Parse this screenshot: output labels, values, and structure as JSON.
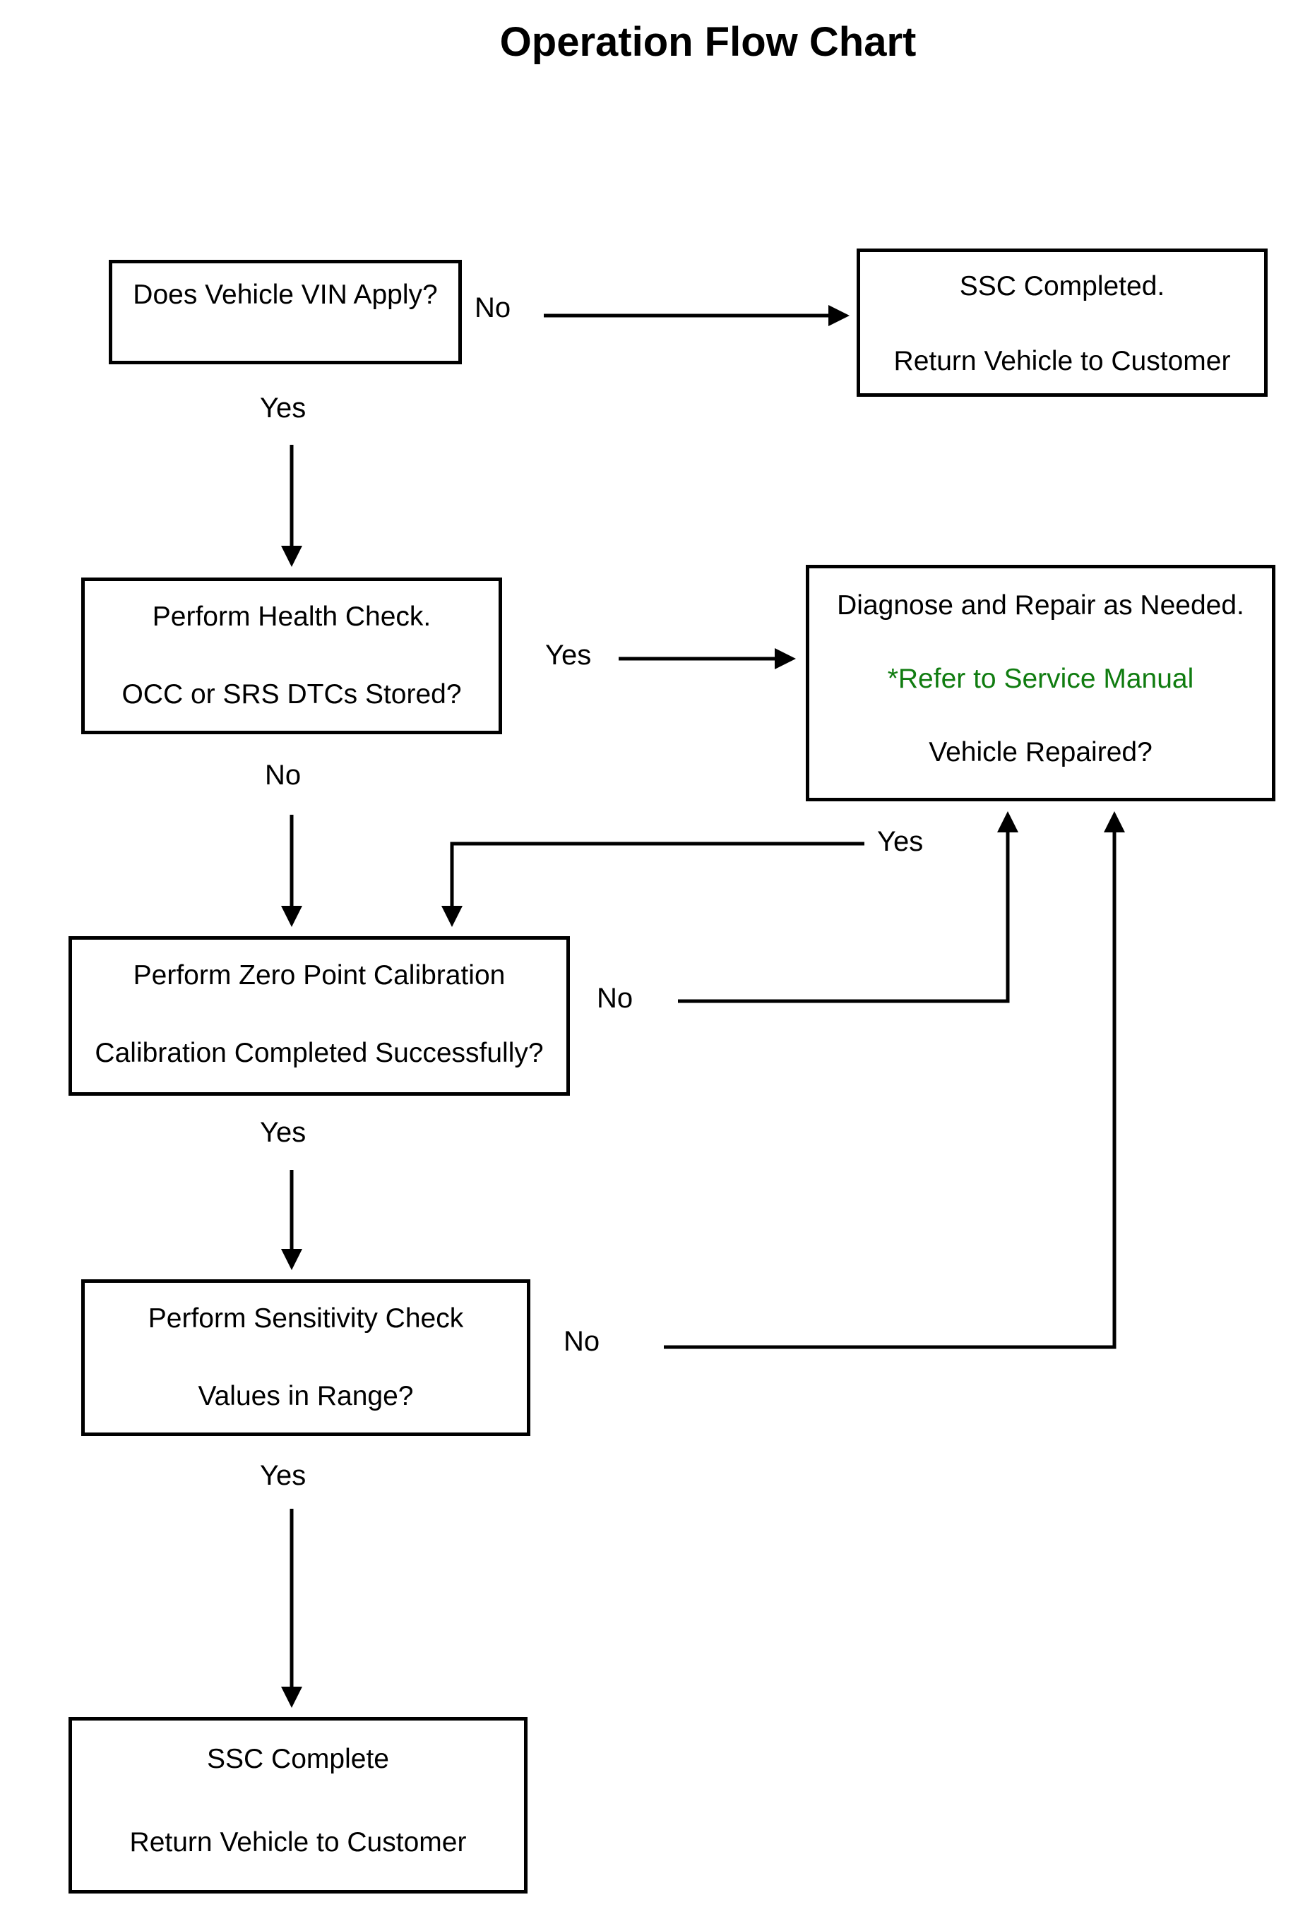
{
  "title": "Operation Flow Chart",
  "colors": {
    "line": "#000000",
    "text": "#000000",
    "accent_green": "#107C10",
    "background": "#ffffff"
  },
  "nodes": {
    "vin_check": {
      "lines": [
        "Does Vehicle VIN Apply?"
      ]
    },
    "ssc_completed": {
      "lines": [
        "SSC Completed.",
        "Return Vehicle to Customer"
      ]
    },
    "health_check": {
      "lines": [
        "Perform Health Check.",
        "OCC or SRS DTCs Stored?"
      ]
    },
    "diagnose_repair": {
      "lines": [
        "Diagnose and Repair as Needed.",
        "*Refer to Service Manual",
        "Vehicle Repaired?"
      ]
    },
    "zero_point": {
      "lines": [
        "Perform Zero Point Calibration",
        "Calibration Completed Successfully?"
      ]
    },
    "sensitivity": {
      "lines": [
        "Perform Sensitivity Check",
        "Values in Range?"
      ]
    },
    "ssc_complete": {
      "lines": [
        "SSC Complete",
        "Return Vehicle to Customer"
      ]
    }
  },
  "labels": {
    "vin_no": "No",
    "vin_yes": "Yes",
    "health_yes": "Yes",
    "health_no": "No",
    "repaired_yes": "Yes",
    "calibration_no": "No",
    "calibration_yes": "Yes",
    "sensitivity_no": "No",
    "sensitivity_yes": "Yes"
  }
}
